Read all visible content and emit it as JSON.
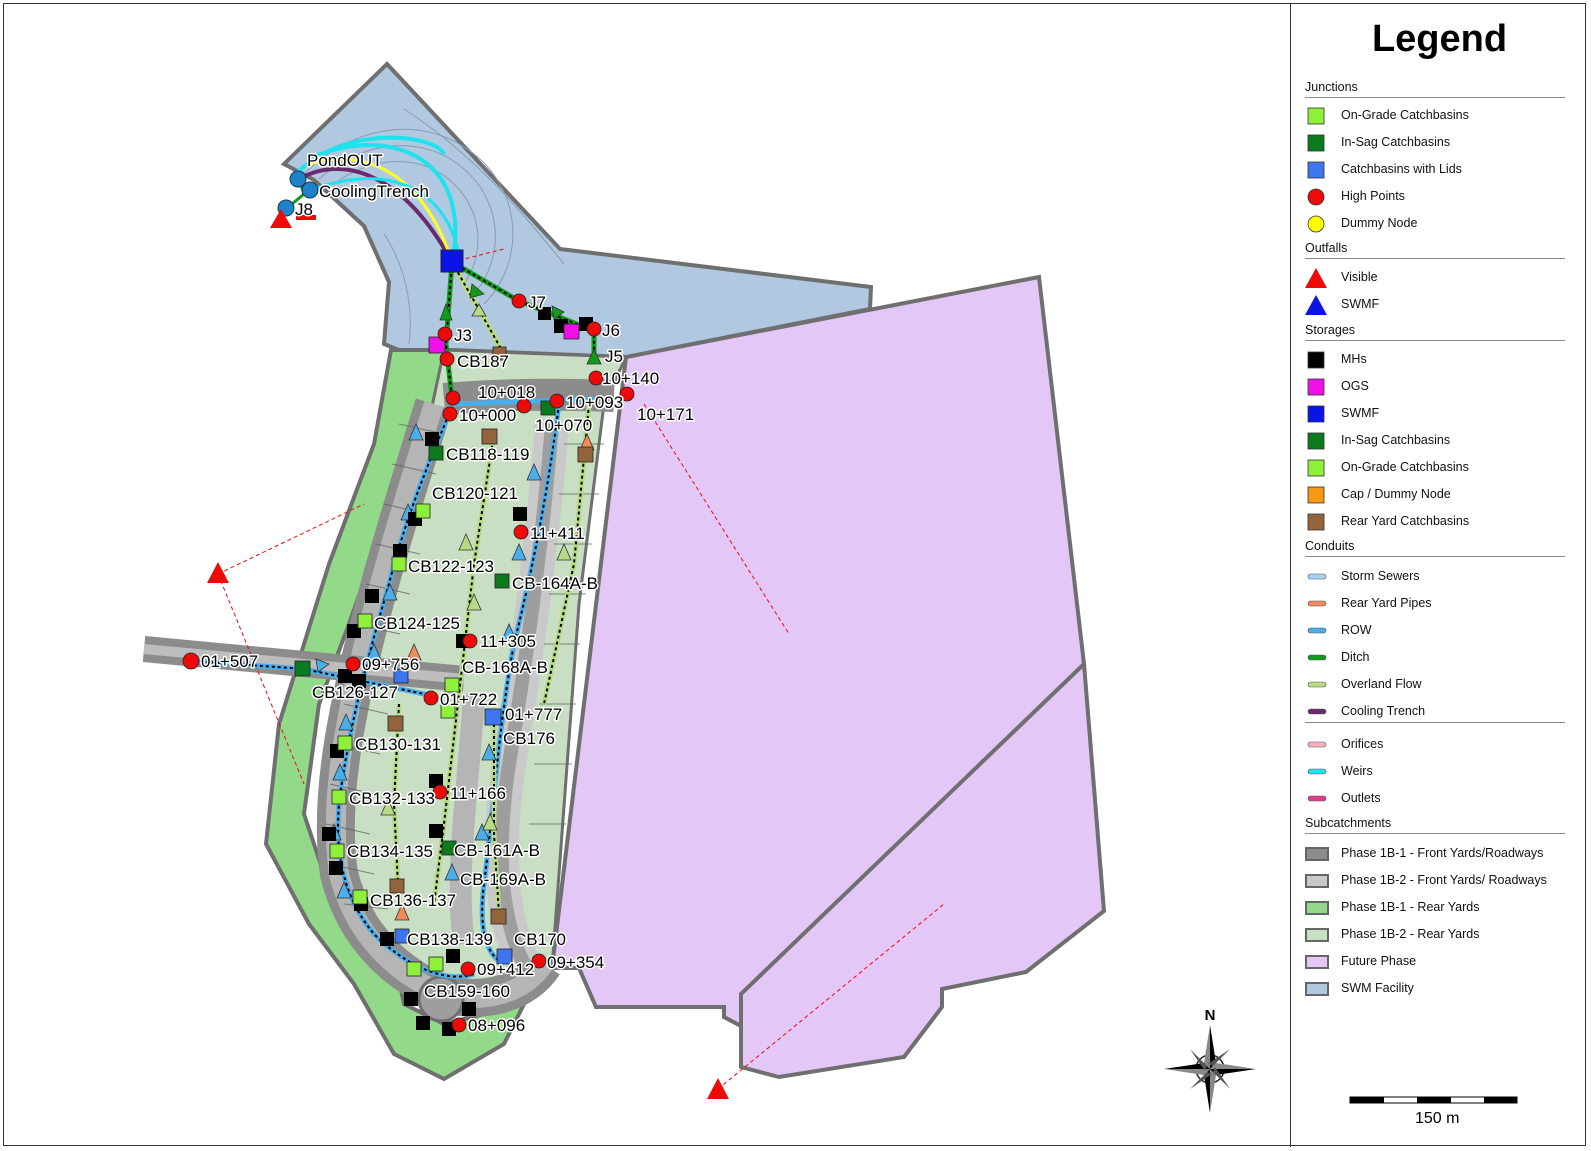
{
  "legend": {
    "title": "Legend",
    "sections": [
      {
        "name": "Junctions",
        "items": [
          {
            "label": "On-Grade Catchbasins",
            "symbol": "square",
            "color": "#8ff03c"
          },
          {
            "label": "In-Sag Catchbasins",
            "symbol": "square",
            "color": "#0b7a1e"
          },
          {
            "label": "Catchbasins with Lids",
            "symbol": "square",
            "color": "#3f74ef"
          },
          {
            "label": "High Points",
            "symbol": "circle",
            "color": "#ef0a0a"
          },
          {
            "label": "Dummy Node",
            "symbol": "circle",
            "color": "#ffff00"
          }
        ]
      },
      {
        "name": "Outfalls",
        "items": [
          {
            "label": "Visible",
            "symbol": "triangle",
            "color": "#ef0a0a"
          },
          {
            "label": "SWMF",
            "symbol": "triangle",
            "color": "#0a14e6"
          }
        ]
      },
      {
        "name": "Storages",
        "items": [
          {
            "label": "MHs",
            "symbol": "square",
            "color": "#000000"
          },
          {
            "label": "OGS",
            "symbol": "square",
            "color": "#ee10e6"
          },
          {
            "label": "SWMF",
            "symbol": "square",
            "color": "#0a14e6"
          },
          {
            "label": "In-Sag Catchbasins",
            "symbol": "square",
            "color": "#0b7a1e"
          },
          {
            "label": "On-Grade Catchbasins",
            "symbol": "square",
            "color": "#8ff03c"
          },
          {
            "label": "Cap / Dummy Node",
            "symbol": "square",
            "color": "#f59a14"
          },
          {
            "label": "Rear Yard Catchbasins",
            "symbol": "square",
            "color": "#93643c"
          }
        ]
      },
      {
        "name": "Conduits",
        "items": [
          {
            "label": "Storm Sewers",
            "symbol": "line",
            "color": "#a9d3f3"
          },
          {
            "label": "Rear Yard Pipes",
            "symbol": "line",
            "color": "#f28a5a"
          },
          {
            "label": "ROW",
            "symbol": "line",
            "color": "#4aaeea"
          },
          {
            "label": "Ditch",
            "symbol": "line",
            "color": "#109b18"
          },
          {
            "label": "Overland Flow",
            "symbol": "line",
            "color": "#b7db84"
          },
          {
            "label": "Cooling Trench",
            "symbol": "line",
            "color": "#6a2a6e"
          },
          {
            "label": "Orifices",
            "symbol": "line",
            "color": "#f7b0c0"
          },
          {
            "label": "Weirs",
            "symbol": "line",
            "color": "#1ee3ee"
          },
          {
            "label": "Outlets",
            "symbol": "line",
            "color": "#e43a8e"
          }
        ]
      },
      {
        "name": "Subcatchments",
        "items": [
          {
            "label": "Phase 1B-1 - Front Yards/Roadways",
            "symbol": "area",
            "color": "#8c8c8c"
          },
          {
            "label": "Phase 1B-2 - Front Yards/ Roadways",
            "symbol": "area",
            "color": "#c9c9c9"
          },
          {
            "label": "Phase 1B-1 - Rear Yards",
            "symbol": "area",
            "color": "#93d98a"
          },
          {
            "label": "Phase 1B-2 - Rear Yards",
            "symbol": "area",
            "color": "#c9dfc4"
          },
          {
            "label": "Future Phase",
            "symbol": "area",
            "color": "#e3c7f7"
          },
          {
            "label": "SWM Facility",
            "symbol": "area",
            "color": "#b0c8e0"
          }
        ]
      }
    ]
  },
  "scale_bar": {
    "label": "150 m"
  },
  "north_arrow": {
    "label": "N"
  },
  "map_labels": [
    "PondOUT",
    "CoolingTrench",
    "J8",
    "J7",
    "J6",
    "J3",
    "J5",
    "CB187",
    "10+140",
    "10+018",
    "10+093",
    "10+171",
    "10+000",
    "10+070",
    "CB118-119",
    "CB120-121",
    "11+411",
    "CB122-123",
    "CB-164A-B",
    "CB124-125",
    "11+305",
    "01+507",
    "09+756",
    "CB-168A-B",
    "CB126-127",
    "01+722",
    "01+777",
    "CB176",
    "CB130-131",
    "11+166",
    "CB132-133",
    "CB134-135",
    "CB-161A-B",
    "CB-169A-B",
    "CB136-137",
    "CB138-139",
    "CB170",
    "09+354",
    "09+412",
    "CB159-160",
    "08+096"
  ],
  "colors": {
    "future_phase": "#e3c7f7",
    "swm_facility": "#b0c8e0",
    "rear_yards_1": "#93d98a",
    "rear_yards_2": "#c9dfc4",
    "roadway_1": "#8c8c8c",
    "roadway_2": "#c9c9c9"
  }
}
